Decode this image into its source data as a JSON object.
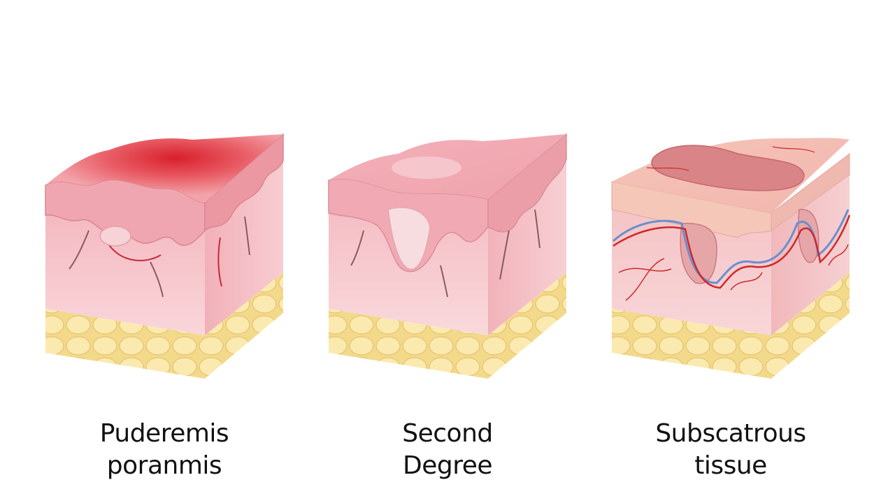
{
  "panels": [
    {
      "id": "first",
      "caption_line1": "Puderemis",
      "caption_line2": "poranmis"
    },
    {
      "id": "second",
      "caption_line1": "Second",
      "caption_line2": "Degree"
    },
    {
      "id": "third",
      "caption_line1": "Subscatrous",
      "caption_line2": "tissue"
    }
  ],
  "colors": {
    "background": "#ffffff",
    "skin_light": "#f6c9cf",
    "skin_mid": "#eea3ad",
    "burn_red": "#e0303a",
    "fat_yellow": "#f8e6a4",
    "vessel_red": "#cc2a2a",
    "vessel_blue": "#6a8fd0",
    "text": "#111111"
  }
}
